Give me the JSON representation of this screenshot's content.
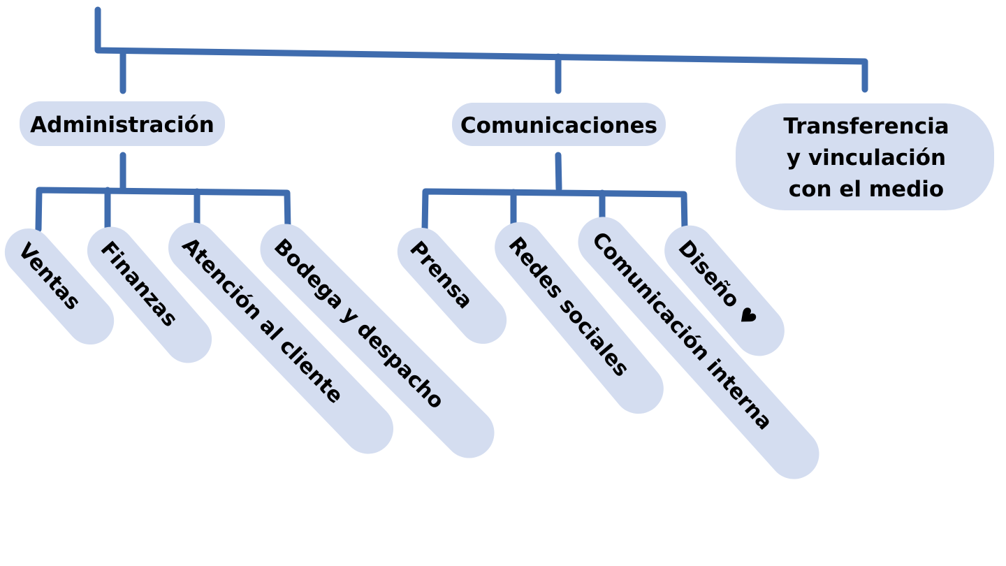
{
  "diagram": {
    "type": "org-chart",
    "colors": {
      "connector": "#3f6cae",
      "node_fill": "#d4ddf0",
      "text": "#000000",
      "background": "#ffffff"
    },
    "departments": [
      {
        "name": "Administración",
        "children": [
          "Ventas",
          "Finanzas",
          "Atención al cliente",
          "Bodega y despacho"
        ]
      },
      {
        "name": "Comunicaciones",
        "children": [
          "Prensa",
          "Redes sociales",
          "Comunicación interna",
          "Diseño ♥"
        ]
      },
      {
        "name_lines": [
          "Transferencia",
          "y vinculación",
          "con el medio"
        ],
        "children": []
      }
    ]
  }
}
